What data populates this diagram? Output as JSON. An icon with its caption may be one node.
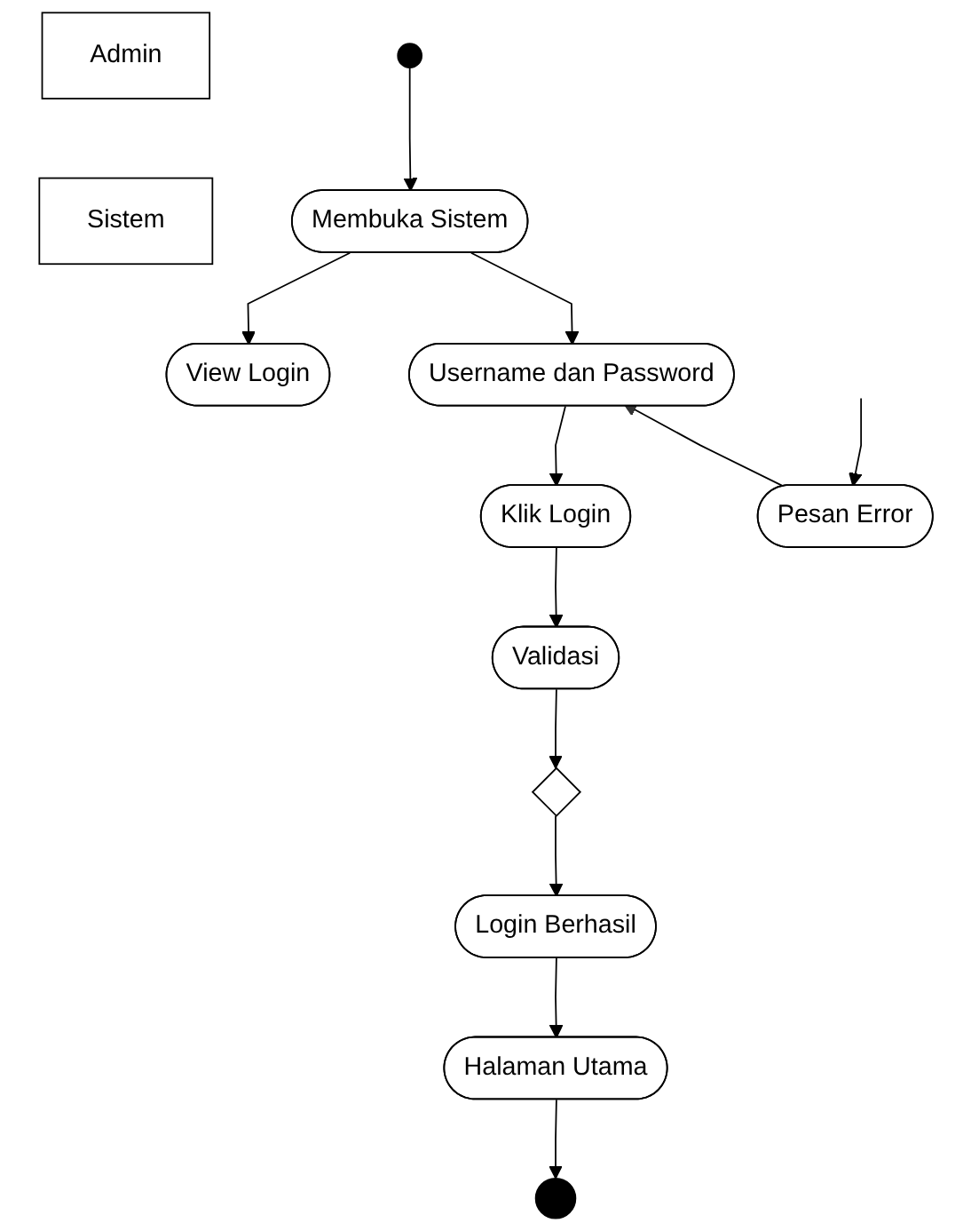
{
  "diagram": {
    "nodes": [
      {
        "text": [
          "Admin"
        ]
      },
      {
        "text": [
          "Sistem"
        ]
      },
      {
        "text": [],
        "shape": "circle"
      },
      {
        "text": [
          "Membuka Sistem"
        ]
      },
      {
        "text": [
          "View Login"
        ]
      },
      {
        "text": [
          "Username dan Password"
        ]
      },
      {
        "text": [
          "Klik Login"
        ]
      },
      {
        "text": [
          "Validasi"
        ]
      },
      {
        "text": [
          "Pesan Error"
        ]
      },
      {
        "text": [],
        "shape": "diamond"
      },
      {
        "text": [
          "Login Berhasil"
        ]
      },
      {
        "text": [
          "Halaman Utama"
        ]
      },
      {
        "text": [],
        "shape": "bullseye"
      }
    ],
    "edges": [
      {
        "from": 2,
        "to": 3,
        "arrow": "to"
      },
      {
        "from": 3,
        "to": 4,
        "arrow": "to"
      },
      {
        "from": 3,
        "to": 5,
        "arrow": "to"
      },
      {
        "from": 5,
        "to": 6,
        "arrow": "to"
      },
      {
        "from": 6,
        "to": 7,
        "arrow": "to"
      },
      {
        "from": 8,
        "to": 5,
        "arrow": "to"
      },
      {
        "from": null,
        "to": 8,
        "arrow": "to"
      },
      {
        "from": 7,
        "to": 9,
        "arrow": "to"
      },
      {
        "from": 9,
        "to": 10,
        "arrow": "to"
      },
      {
        "from": 10,
        "to": 11,
        "arrow": "to"
      },
      {
        "from": 11,
        "to": 12,
        "arrow": "to"
      }
    ]
  }
}
